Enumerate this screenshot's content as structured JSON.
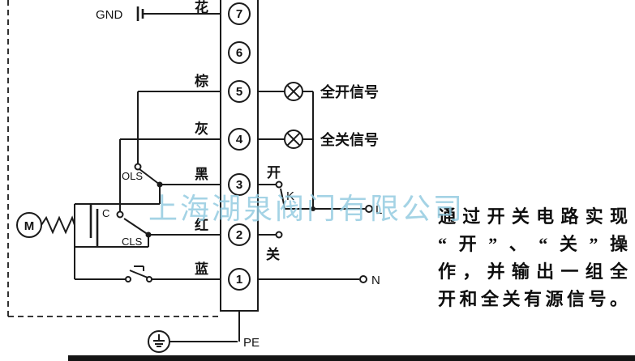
{
  "diagram": {
    "terminals": {
      "t7": "7",
      "t6": "6",
      "t5": "5",
      "t4": "4",
      "t3": "3",
      "t2": "2",
      "t1": "1"
    },
    "wire_labels": {
      "hua": "花",
      "zong": "棕",
      "hui": "灰",
      "hei": "黑",
      "hong": "红",
      "lan": "蓝"
    },
    "labels": {
      "gnd": "GND",
      "ols": "OLS",
      "cls": "CLS",
      "cap": "C",
      "motor": "M",
      "kai": "开",
      "guan": "关",
      "k": "K",
      "l": "L",
      "n": "N",
      "pe": "PE"
    },
    "signals": {
      "full_open": "全开信号",
      "full_close": "全关信号"
    }
  },
  "watermark": "上海湖泉阀门有限公司",
  "note": {
    "lines": [
      "通过开关电路实现",
      "“开”、“关”操",
      "作，并输出一组全",
      "开和全关有源信号。"
    ]
  },
  "colors": {
    "line": "#1b1b1b",
    "watermark": "#94cbe0",
    "bottom_bar": "#141414"
  }
}
